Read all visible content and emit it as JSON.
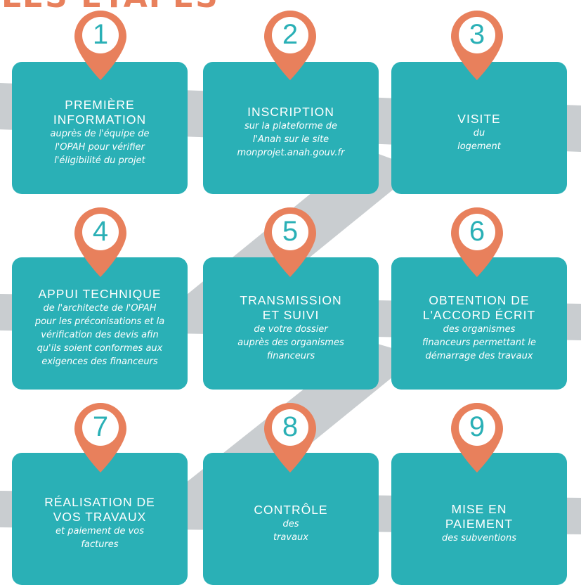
{
  "header": {
    "text": "LES ÉTAPES"
  },
  "colors": {
    "card": "#2ab0b6",
    "pin": "#e8805c",
    "road": "#c9cdd0",
    "number": "#2ab0b6"
  },
  "steps": [
    {
      "number": "1",
      "title": "PREMIÈRE\nINFORMATION",
      "desc": "auprès de l'équipe de\nl'OPAH pour vérifier\nl'éligibilité du projet"
    },
    {
      "number": "2",
      "title": "INSCRIPTION",
      "desc": "sur la plateforme de\nl'Anah sur le site\nmonprojet.anah.gouv.fr"
    },
    {
      "number": "3",
      "title": "VISITE",
      "desc": "du\nlogement"
    },
    {
      "number": "4",
      "title": "APPUI TECHNIQUE",
      "desc": "de l'architecte de l'OPAH\npour les préconisations et la\nvérification des devis afin\nqu'ils soient conformes aux\nexigences des financeurs"
    },
    {
      "number": "5",
      "title": "TRANSMISSION\nET SUIVI",
      "desc": "de votre dossier\nauprès des organismes\nfinanceurs"
    },
    {
      "number": "6",
      "title": "OBTENTION DE\nL'ACCORD ÉCRIT",
      "desc": "des organismes\nfinanceurs permettant le\ndémarrage des travaux"
    },
    {
      "number": "7",
      "title": "RÉALISATION DE\nVOS TRAVAUX",
      "desc": "et paiement de vos\nfactures"
    },
    {
      "number": "8",
      "title": "CONTRÔLE",
      "desc": "des\ntravaux"
    },
    {
      "number": "9",
      "title": "MISE EN\nPAIEMENT",
      "desc": "des subventions"
    }
  ]
}
